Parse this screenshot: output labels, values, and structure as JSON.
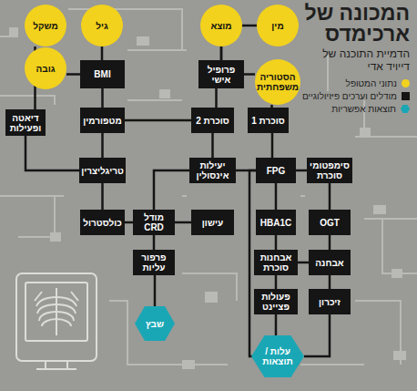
{
  "diagram": {
    "title": "המכונה של ארכימדס",
    "caption": "הדמיית התוכנה של דייויד אדי",
    "nodes": [
      {
        "text": [
          "משקל"
        ]
      },
      {
        "text": [
          "גיל"
        ]
      },
      {
        "text": [
          "גובה"
        ]
      },
      {
        "text": [
          "מוצא"
        ]
      },
      {
        "text": [
          "מין"
        ]
      },
      {
        "text": [
          "הסטוריה משפחתית"
        ]
      },
      {
        "text": [
          "BMI"
        ]
      },
      {
        "text": [
          "פרופיל אישי"
        ]
      },
      {
        "text": [
          "דיאטה ופעילות"
        ]
      },
      {
        "text": [
          "מטפורמין"
        ]
      },
      {
        "text": [
          "סוכרת 2"
        ]
      },
      {
        "text": [
          "סוכרת 1"
        ]
      },
      {
        "text": [
          "טריגליצרין"
        ]
      },
      {
        "text": [
          "יעילות אינסולין"
        ]
      },
      {
        "text": [
          "FPG"
        ]
      },
      {
        "text": [
          "סימפטומי סוכרת"
        ]
      },
      {
        "text": [
          "כולסטרול"
        ]
      },
      {
        "text": [
          "מודל CRD"
        ]
      },
      {
        "text": [
          "עישון"
        ]
      },
      {
        "text": [
          "HBA1C"
        ]
      },
      {
        "text": [
          "OGT"
        ]
      },
      {
        "text": [
          "פרפור עליות"
        ]
      },
      {
        "text": [
          "אבחנות סוכרת"
        ]
      },
      {
        "text": [
          "אבחנה"
        ]
      },
      {
        "text": [
          "פעולות פציינט"
        ]
      },
      {
        "text": [
          "זיכרון"
        ]
      },
      {
        "text": [
          "שבץ"
        ]
      },
      {
        "text": [
          "עלות / תוצאות"
        ]
      }
    ],
    "edges": [
      {
        "from": 1,
        "to": 6,
        "arrow": "none"
      },
      {
        "from": 2,
        "to": 6,
        "arrow": "none"
      },
      {
        "from": 0,
        "to": 8,
        "arrow": "none"
      },
      {
        "from": 3,
        "to": 7,
        "arrow": "none"
      },
      {
        "from": 4,
        "to": 7,
        "arrow": "none"
      },
      {
        "from": 5,
        "to": 7,
        "arrow": "none"
      },
      {
        "from": 5,
        "to": 11,
        "arrow": "none"
      },
      {
        "from": 7,
        "to": 10,
        "arrow": "none"
      },
      {
        "from": 6,
        "to": 9,
        "arrow": "none"
      },
      {
        "from": 9,
        "to": 10,
        "arrow": "none"
      },
      {
        "from": 8,
        "to": 12,
        "arrow": "none"
      },
      {
        "from": 9,
        "to": 12,
        "arrow": "none"
      },
      {
        "from": 10,
        "to": 13,
        "arrow": "none"
      },
      {
        "from": 11,
        "to": 14,
        "arrow": "none"
      },
      {
        "from": 13,
        "to": 14,
        "arrow": "none"
      },
      {
        "from": 14,
        "to": 15,
        "arrow": "none"
      },
      {
        "from": 14,
        "to": 19,
        "arrow": "none"
      },
      {
        "from": 15,
        "to": 20,
        "arrow": "none"
      },
      {
        "from": 12,
        "to": 16,
        "arrow": "none"
      },
      {
        "from": 16,
        "to": 17,
        "arrow": "none"
      },
      {
        "from": 13,
        "to": 17,
        "arrow": "none"
      },
      {
        "from": 18,
        "to": 17,
        "arrow": "none"
      },
      {
        "from": 17,
        "to": 21,
        "arrow": "none"
      },
      {
        "from": 21,
        "to": 26,
        "arrow": "none"
      },
      {
        "from": 19,
        "to": 22,
        "arrow": "none"
      },
      {
        "from": 20,
        "to": 23,
        "arrow": "none"
      },
      {
        "from": 22,
        "to": 23,
        "arrow": "none"
      },
      {
        "from": 22,
        "to": 24,
        "arrow": "none"
      },
      {
        "from": 23,
        "to": 25,
        "arrow": "none"
      },
      {
        "from": 24,
        "to": 27,
        "arrow": "none"
      },
      {
        "from": 25,
        "to": 27,
        "arrow": "none"
      },
      {
        "from": 14,
        "to": 27,
        "arrow": "none"
      }
    ],
    "legend": [
      {
        "text": "נתוני המטופל",
        "color": "#f2d21c"
      },
      {
        "text": "מודלים וערכים פיזיולוגיים",
        "color": "#151515"
      },
      {
        "text": "תוצאות אפשריות",
        "color": "#1aa7b5"
      }
    ]
  }
}
